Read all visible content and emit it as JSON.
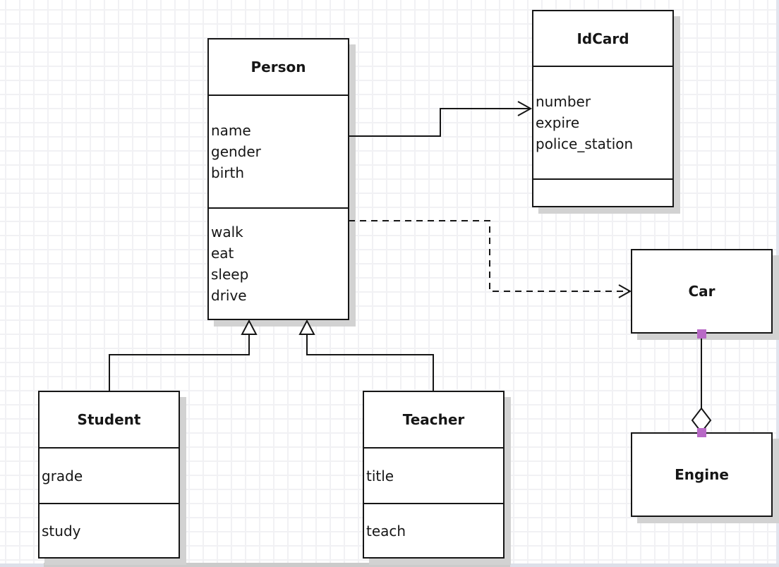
{
  "diagram": {
    "type": "uml-class-diagram",
    "classes": {
      "person": {
        "title": "Person",
        "attributes": [
          "name",
          "gender",
          "birth"
        ],
        "methods": [
          "walk",
          "eat",
          "sleep",
          "drive"
        ]
      },
      "idcard": {
        "title": "IdCard",
        "attributes": [
          "number",
          "expire",
          "police_station"
        ],
        "methods": []
      },
      "student": {
        "title": "Student",
        "attributes": [
          "grade"
        ],
        "methods": [
          "study"
        ]
      },
      "teacher": {
        "title": "Teacher",
        "attributes": [
          "title"
        ],
        "methods": [
          "teach"
        ]
      },
      "car": {
        "title": "Car",
        "attributes": [],
        "methods": []
      },
      "engine": {
        "title": "Engine",
        "attributes": [],
        "methods": []
      }
    },
    "relationships": [
      {
        "from": "Person",
        "to": "IdCard",
        "type": "association",
        "line": "solid",
        "arrowhead": "open-arrow"
      },
      {
        "from": "Person",
        "to": "Car",
        "type": "dependency",
        "line": "dashed",
        "arrowhead": "open-arrow"
      },
      {
        "from": "Student",
        "to": "Person",
        "type": "generalization",
        "line": "solid",
        "arrowhead": "hollow-triangle"
      },
      {
        "from": "Teacher",
        "to": "Person",
        "type": "generalization",
        "line": "solid",
        "arrowhead": "hollow-triangle"
      },
      {
        "from": "Car",
        "to": "Engine",
        "type": "aggregation",
        "line": "solid",
        "arrowhead": "hollow-diamond"
      }
    ],
    "colors": {
      "line": "#161616",
      "box_fill": "#ffffff",
      "box_shadow": "#d2d2d2",
      "grid_line": "#f1f1f4",
      "connection_handle": "#b869c6"
    }
  }
}
